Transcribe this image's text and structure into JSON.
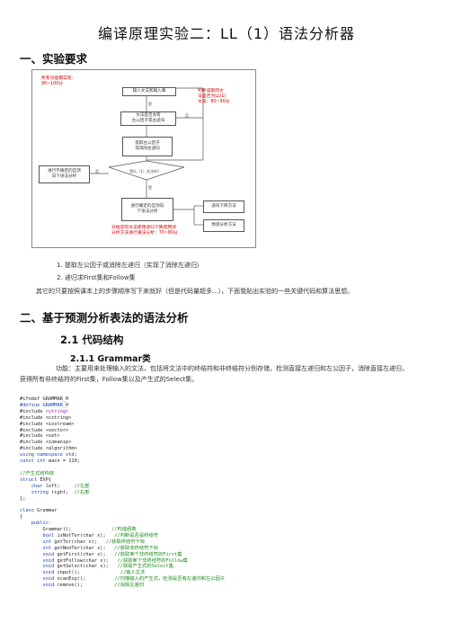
{
  "title": "编译原理实验二：LL（1）语法分析器",
  "sections": {
    "s1": "一、实验要求",
    "s2": "二、基于预测分析表法的语法分析",
    "s2_1": "2.1 代码结构",
    "s2_1_1": "2.1.1   Grammar类"
  },
  "diagram": {
    "red_top_left": [
      "所有功能都实现：",
      "90~100分"
    ],
    "red_top_right": [
      "判断读取的文",
      "法是否为LL(1)",
      "文法：80~90分"
    ],
    "red_bottom": [
      "对给定的文法使用递归下降或预测",
      "分析方法进行语法分析：70~80分"
    ],
    "boxes": {
      "input": "输入文法和输入串",
      "check_left": [
        "文法是否含有",
        "左公因子或左递归"
      ],
      "remove": [
        "提取左公因子",
        "或消除左递归"
      ],
      "is_ll1": "是LL（1）文法吗？",
      "not_ll1": [
        "进行不确定的自顶",
        "向下语法分析"
      ],
      "ll1_parse": [
        "进行确定的自顶向",
        "下语法分析"
      ],
      "recursive": "递归下降方法",
      "predictive": "预测分析方法"
    },
    "labels": {
      "yes": "是",
      "no": "否"
    }
  },
  "list": [
    "1. 提取左公因子或消除左递归（实现了消除左递归）",
    "2. 递归求First集和Follow集"
  ],
  "para1": "其它的只要按照课本上的步骤顺序写下来就好（但是代码量超多...），下面我贴出实验的一些关键代码和算法思想。",
  "para2": [
    "功能：主要用来处理输入的文法，包括将文法中的终结符和非终结符分别存储，检测直接左递归和左公因子，消除直接左递归，",
    "获得所有非终结符的First集，Follow集以及产生式的Select集。"
  ],
  "code": [
    [
      [
        "#ifndef GRAMMAR_H",
        ""
      ]
    ],
    [
      [
        "#define GRAMMAR_H",
        "kw"
      ]
    ],
    [
      [
        "#include ",
        ""
      ],
      [
        "<string>",
        "inc"
      ]
    ],
    [
      [
        "#include <cstring>",
        ""
      ]
    ],
    [
      [
        "#include <iostream>",
        ""
      ]
    ],
    [
      [
        "#include <vector>",
        ""
      ]
    ],
    [
      [
        "#include <set>",
        ""
      ]
    ],
    [
      [
        "#include <iomanip>",
        ""
      ]
    ],
    [
      [
        "#include <algorithm>",
        ""
      ]
    ],
    [
      [
        "using namespace std;",
        "kw"
      ]
    ],
    [
      [
        "const int ",
        "kw"
      ],
      [
        "maxn = 110;",
        ""
      ]
    ],
    [
      [
        "",
        ""
      ]
    ],
    [
      [
        "//产生式结构体",
        "cm"
      ]
    ],
    [
      [
        "struct ",
        "kw"
      ],
      [
        "EXP{",
        ""
      ]
    ],
    [
      [
        "    char ",
        "kw"
      ],
      [
        "left;     ",
        ""
      ],
      [
        "//左部",
        "cm"
      ]
    ],
    [
      [
        "    string ",
        "kw"
      ],
      [
        "right;  ",
        ""
      ],
      [
        "//右部",
        "cm"
      ]
    ],
    [
      [
        "};",
        ""
      ]
    ],
    [
      [
        "",
        ""
      ]
    ],
    [
      [
        "class ",
        "kw"
      ],
      [
        "Grammar",
        ""
      ]
    ],
    [
      [
        "{",
        ""
      ]
    ],
    [
      [
        "    public:",
        "kw"
      ]
    ],
    [
      [
        "        Grammar();              ",
        ""
      ],
      [
        "//构造函数",
        "cm"
      ]
    ],
    [
      [
        "        bool ",
        "kw"
      ],
      [
        "isNotTer(char x);   ",
        ""
      ],
      [
        "//判断是否是终结符",
        "cm"
      ]
    ],
    [
      [
        "        int ",
        "kw"
      ],
      [
        "getTer(char x);   ",
        ""
      ],
      [
        "//获取终结符下标",
        "cm"
      ]
    ],
    [
      [
        "        int ",
        "kw"
      ],
      [
        "getNonTer(char x);   ",
        ""
      ],
      [
        "//获取非终结符下标",
        "cm"
      ]
    ],
    [
      [
        "        void ",
        "kw"
      ],
      [
        "getFirst(char x);   ",
        ""
      ],
      [
        "//获取某个非终结符的First集",
        "cm"
      ]
    ],
    [
      [
        "        void ",
        "kw"
      ],
      [
        "getFollow(char x);   ",
        ""
      ],
      [
        "//获取某个非终结符的Follow集",
        "cm"
      ]
    ],
    [
      [
        "        void ",
        "kw"
      ],
      [
        "getSelect(char x);   ",
        ""
      ],
      [
        "//获取产生式的Select集",
        "cm"
      ]
    ],
    [
      [
        "        void ",
        "kw"
      ],
      [
        "input();              ",
        ""
      ],
      [
        "//输入文法",
        "cm"
      ]
    ],
    [
      [
        "        void ",
        "kw"
      ],
      [
        "scanExp();          ",
        ""
      ],
      [
        "//扫描输入的产生式，检测是否有左递归和左公因子",
        "cm"
      ]
    ],
    [
      [
        "        void ",
        "kw"
      ],
      [
        "remove();           ",
        ""
      ],
      [
        "//消除左递归",
        "cm"
      ]
    ]
  ]
}
